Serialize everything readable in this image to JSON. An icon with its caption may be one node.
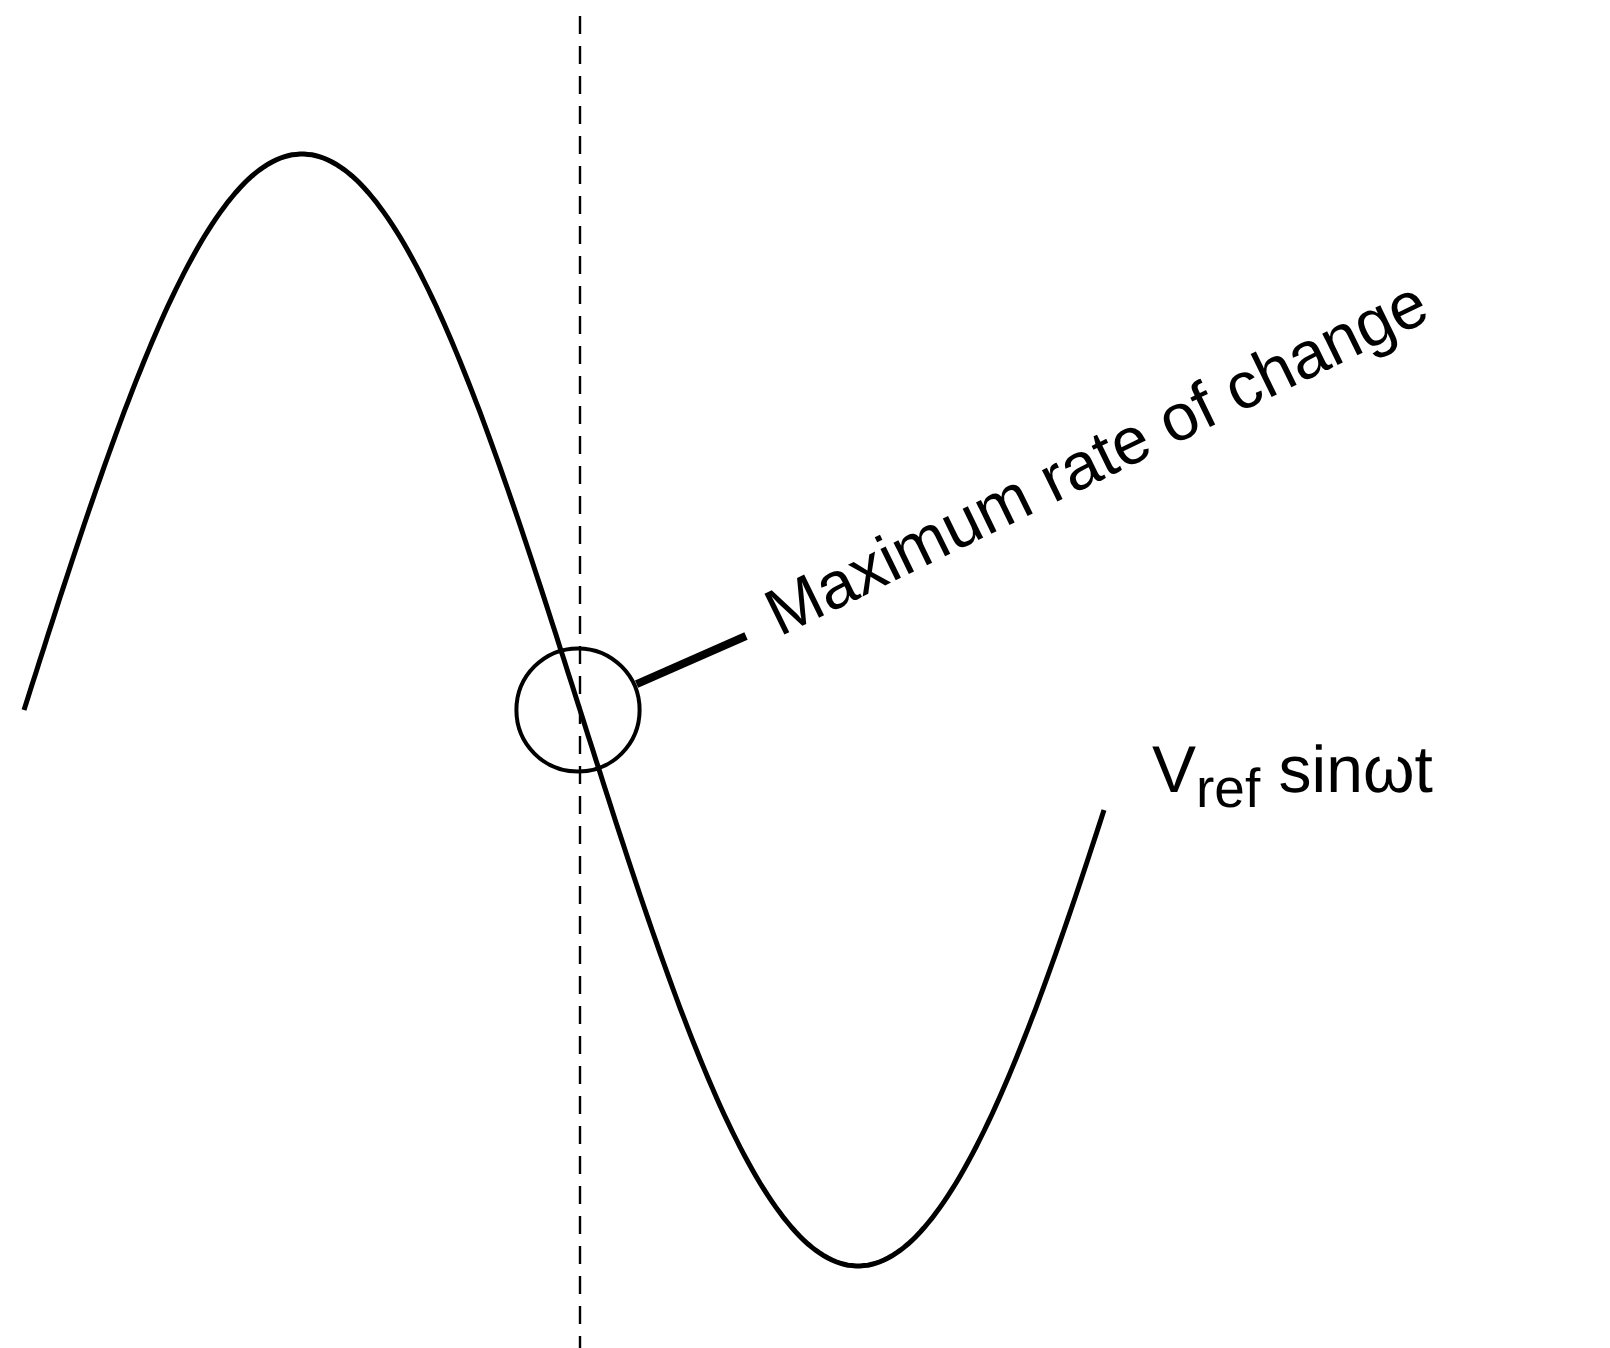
{
  "diagram": {
    "nodes": [
      {
        "text": [
          "Maximum rate of change"
        ]
      },
      {
        "text": [],
        "shape": "circle"
      }
    ],
    "edges": [
      {
        "from": 0,
        "to": 1,
        "arrow": "none"
      }
    ],
    "labels": [
      "V$_{ref}$ sinωt"
    ]
  }
}
